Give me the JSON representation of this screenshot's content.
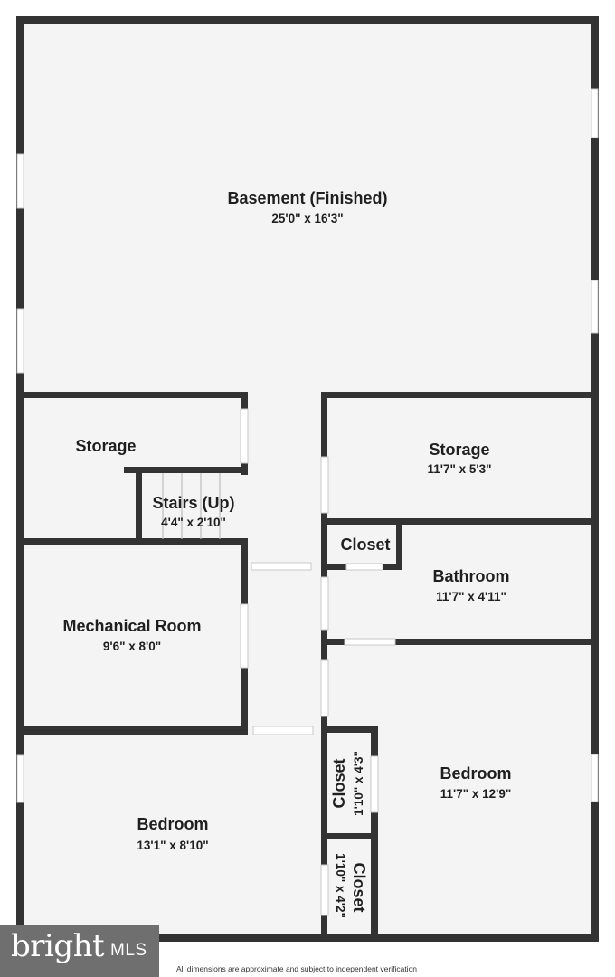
{
  "rooms": {
    "basement": {
      "name": "Basement (Finished)",
      "dims": "25'0\" x 16'3\""
    },
    "storage_left": {
      "name": "Storage"
    },
    "stairs": {
      "name": "Stairs (Up)",
      "dims": "4'4\" x 2'10\""
    },
    "storage_right": {
      "name": "Storage",
      "dims": "11'7\" x 5'3\""
    },
    "closet_top": {
      "name": "Closet"
    },
    "bathroom": {
      "name": "Bathroom",
      "dims": "11'7\" x 4'11\""
    },
    "mechanical": {
      "name": "Mechanical Room",
      "dims": "9'6\" x 8'0\""
    },
    "bedroom_right": {
      "name": "Bedroom",
      "dims": "11'7\" x 12'9\""
    },
    "bedroom_left": {
      "name": "Bedroom",
      "dims": "13'1\" x 8'10\""
    },
    "closet_a": {
      "name": "Closet",
      "dims": "1'10\" x 4'3\""
    },
    "closet_b": {
      "name": "Closet",
      "dims": "1'10\" x 4'2\""
    }
  },
  "logo": {
    "text": "bright",
    "mls": "MLS"
  },
  "footer": {
    "disclaimer": "All dimensions are approximate and subject to independent verification"
  },
  "colors": {
    "wall": "#333333",
    "floor": "#f4f4f4",
    "logo_bg": "#6f6f6f"
  }
}
